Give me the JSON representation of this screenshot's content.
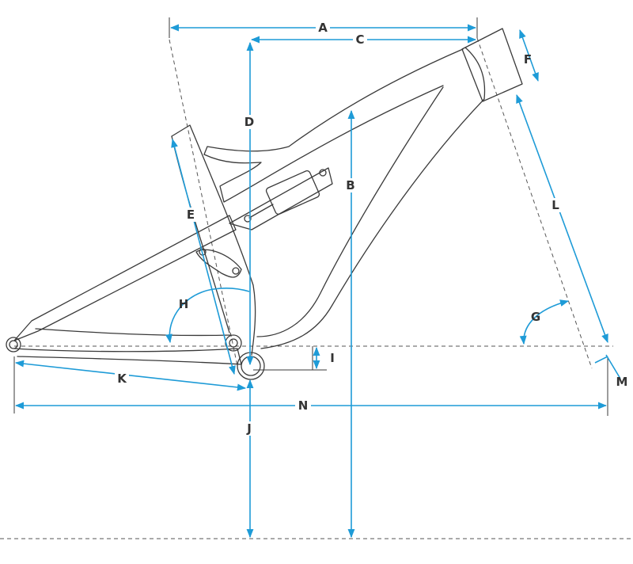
{
  "accent_color": "#1e9bd7",
  "frame_color": "#3a3a3a",
  "labels": {
    "A": "A",
    "B": "B",
    "C": "C",
    "D": "D",
    "E": "E",
    "F": "F",
    "G": "G",
    "H": "H",
    "I": "I",
    "J": "J",
    "K": "K",
    "L": "L",
    "M": "M",
    "N": "N"
  }
}
